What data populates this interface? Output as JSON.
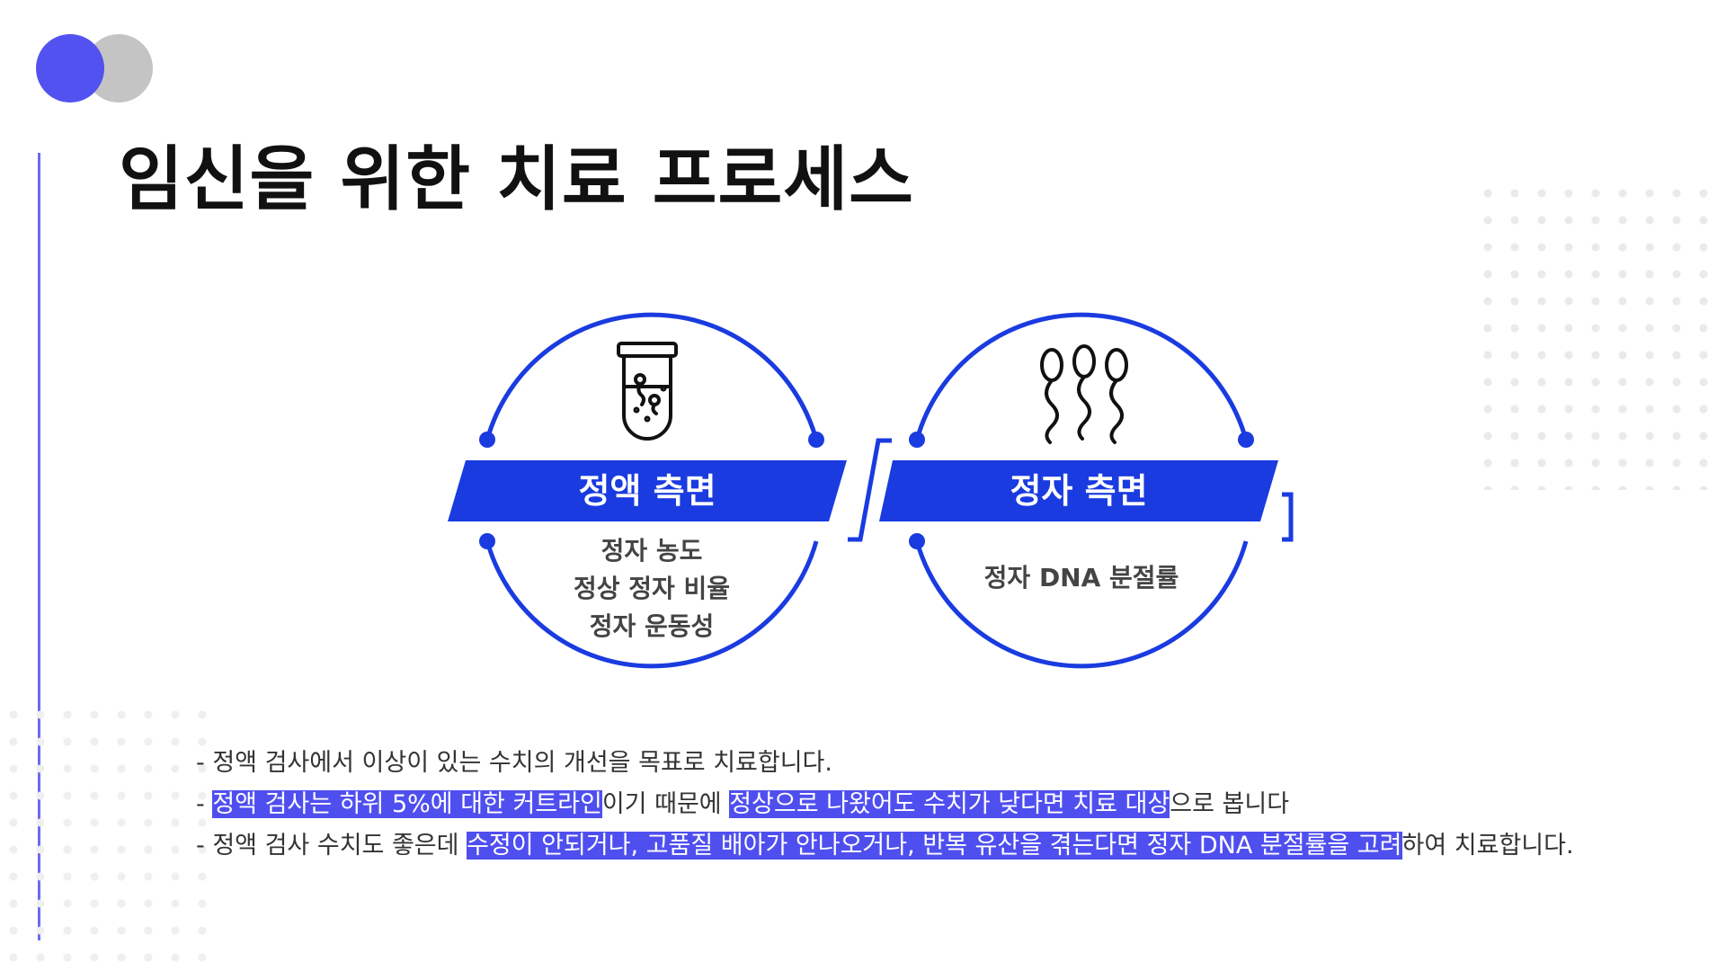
{
  "colors": {
    "accent": "#1a3be0",
    "logo_blue": "#5252f0",
    "logo_gray": "#c4c4c4",
    "highlight": "#4f4ff0",
    "left_rule": "#6b6bf0"
  },
  "title": "임신을 위한 치료 프로세스",
  "diagram": {
    "left": {
      "icon": "test-tube-icon",
      "label": "정액 측면",
      "items": [
        "정자 농도",
        "정상 정자 비율",
        "정자 운동성"
      ]
    },
    "right": {
      "icon": "sperm-icon",
      "label": "정자 측면",
      "items": [
        "정자 DNA 분절률"
      ]
    }
  },
  "notes": [
    {
      "segments": [
        {
          "text": "- 정액 검사에서 이상이 있는 수치의 개선을 목표로 치료합니다.",
          "highlight": false
        }
      ]
    },
    {
      "segments": [
        {
          "text": "- ",
          "highlight": false
        },
        {
          "text": "정액 검사는 하위 5%에 대한 커트라인",
          "highlight": true
        },
        {
          "text": "이기 때문에 ",
          "highlight": false
        },
        {
          "text": "정상으로 나왔어도 수치가 낮다면 치료 대상",
          "highlight": true
        },
        {
          "text": "으로 봅니다",
          "highlight": false
        }
      ]
    },
    {
      "segments": [
        {
          "text": "- 정액 검사 수치도 좋은데 ",
          "highlight": false
        },
        {
          "text": "수정이 안되거나, 고품질 배아가 안나오거나, 반복 유산을 겪는다면 정자 DNA 분절률을 고려",
          "highlight": true
        },
        {
          "text": "하여 치료합니다.",
          "highlight": false
        }
      ]
    }
  ]
}
